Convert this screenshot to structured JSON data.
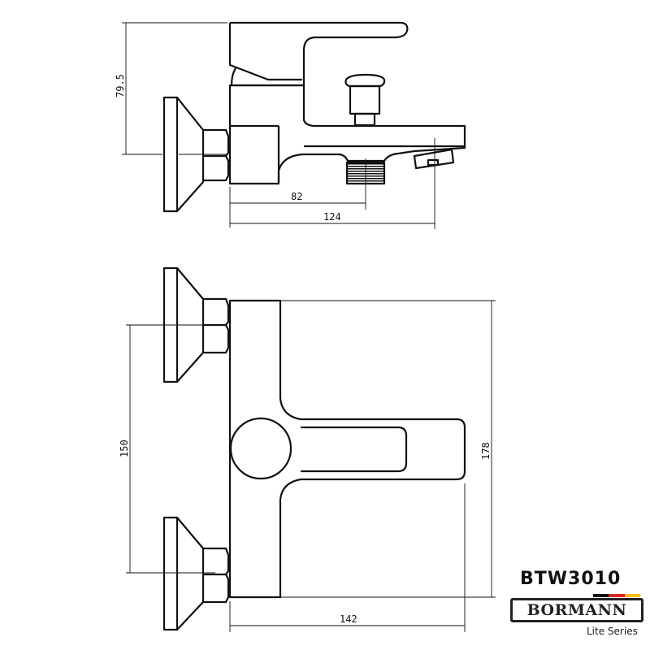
{
  "dimensions": {
    "side_height": "79.5",
    "side_spout_to_outlet": "82",
    "side_total_depth": "124",
    "front_inlet_spacing": "150",
    "front_height": "178",
    "front_width": "142"
  },
  "branding": {
    "model": "BTW3010",
    "brand": "BORMANN",
    "series": "Lite Series",
    "flag_colors": [
      "#111111",
      "#dd2222",
      "#f2c200"
    ]
  }
}
